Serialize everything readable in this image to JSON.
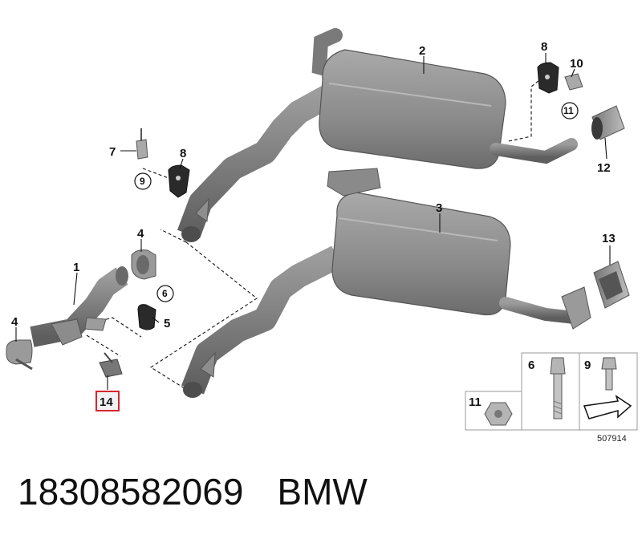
{
  "diagram": {
    "callouts": {
      "c1": "1",
      "c2": "2",
      "c3": "3",
      "c4a": "4",
      "c4b": "4",
      "c5": "5",
      "c6": "6",
      "c7": "7",
      "c8a": "8",
      "c8b": "8",
      "c9": "9",
      "c10": "10",
      "c11": "11",
      "c12": "12",
      "c13": "13",
      "c14": "14"
    },
    "legend": {
      "p6": "6",
      "p9": "9",
      "p11": "11"
    },
    "drawing_number": "507914",
    "highlight_color": "#d6262f"
  },
  "footer": {
    "part_number": "18308582069",
    "brand": "BMW"
  }
}
